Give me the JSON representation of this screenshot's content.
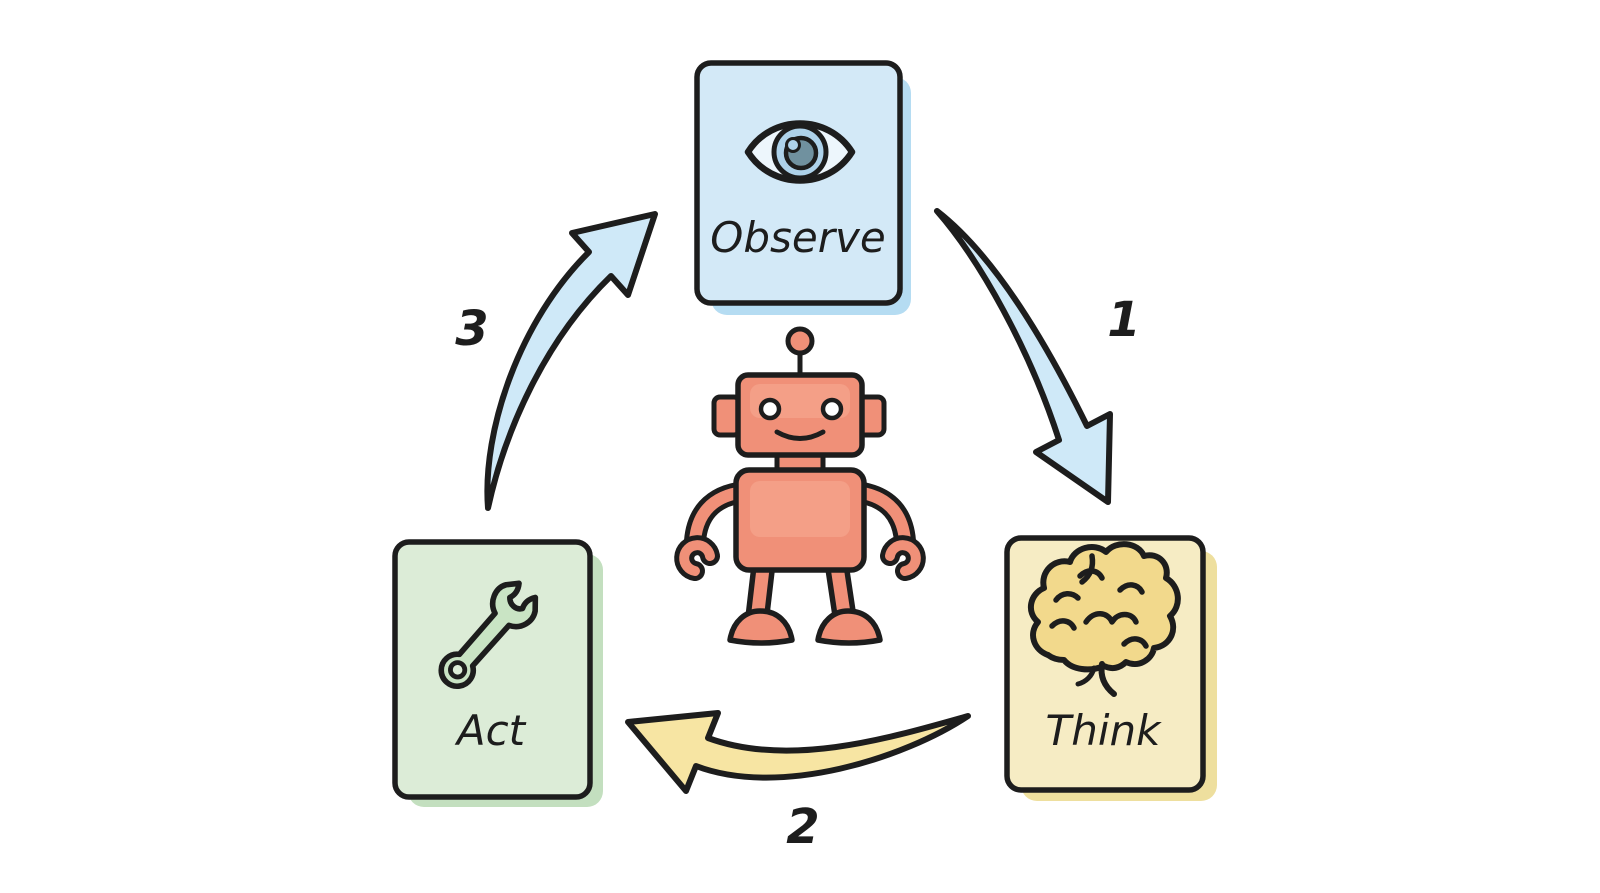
{
  "diagram": {
    "nodes": {
      "observe": {
        "label": "Observe",
        "icon": "eye-icon",
        "fill": "#d3e9f7",
        "shadow": "#b5dcf2"
      },
      "think": {
        "label": "Think",
        "icon": "brain-icon",
        "fill": "#f6ecc4",
        "shadow": "#eedf9e"
      },
      "act": {
        "label": "Act",
        "icon": "wrench-icon",
        "fill": "#dcecd7",
        "shadow": "#c3dfbf"
      }
    },
    "arrows": {
      "observe_to_think": {
        "label": "1",
        "fill": "#cfe9f8"
      },
      "think_to_act": {
        "label": "2",
        "fill": "#f7e5a3"
      },
      "act_to_observe": {
        "label": "3",
        "fill": "#cfe9f8"
      }
    },
    "icons": {
      "eye": {
        "iris": "#aed2ea",
        "pupil": "#70919f",
        "sclera": "#edf6fc"
      },
      "brain": {
        "fill": "#f2d98c"
      },
      "wrench": {
        "fill": "#c9e4c4",
        "hole": "#dcecd7"
      }
    },
    "robot": {
      "fill": "#f09078",
      "highlight": "#f8ab94"
    },
    "outline": "#1d1d1d"
  }
}
